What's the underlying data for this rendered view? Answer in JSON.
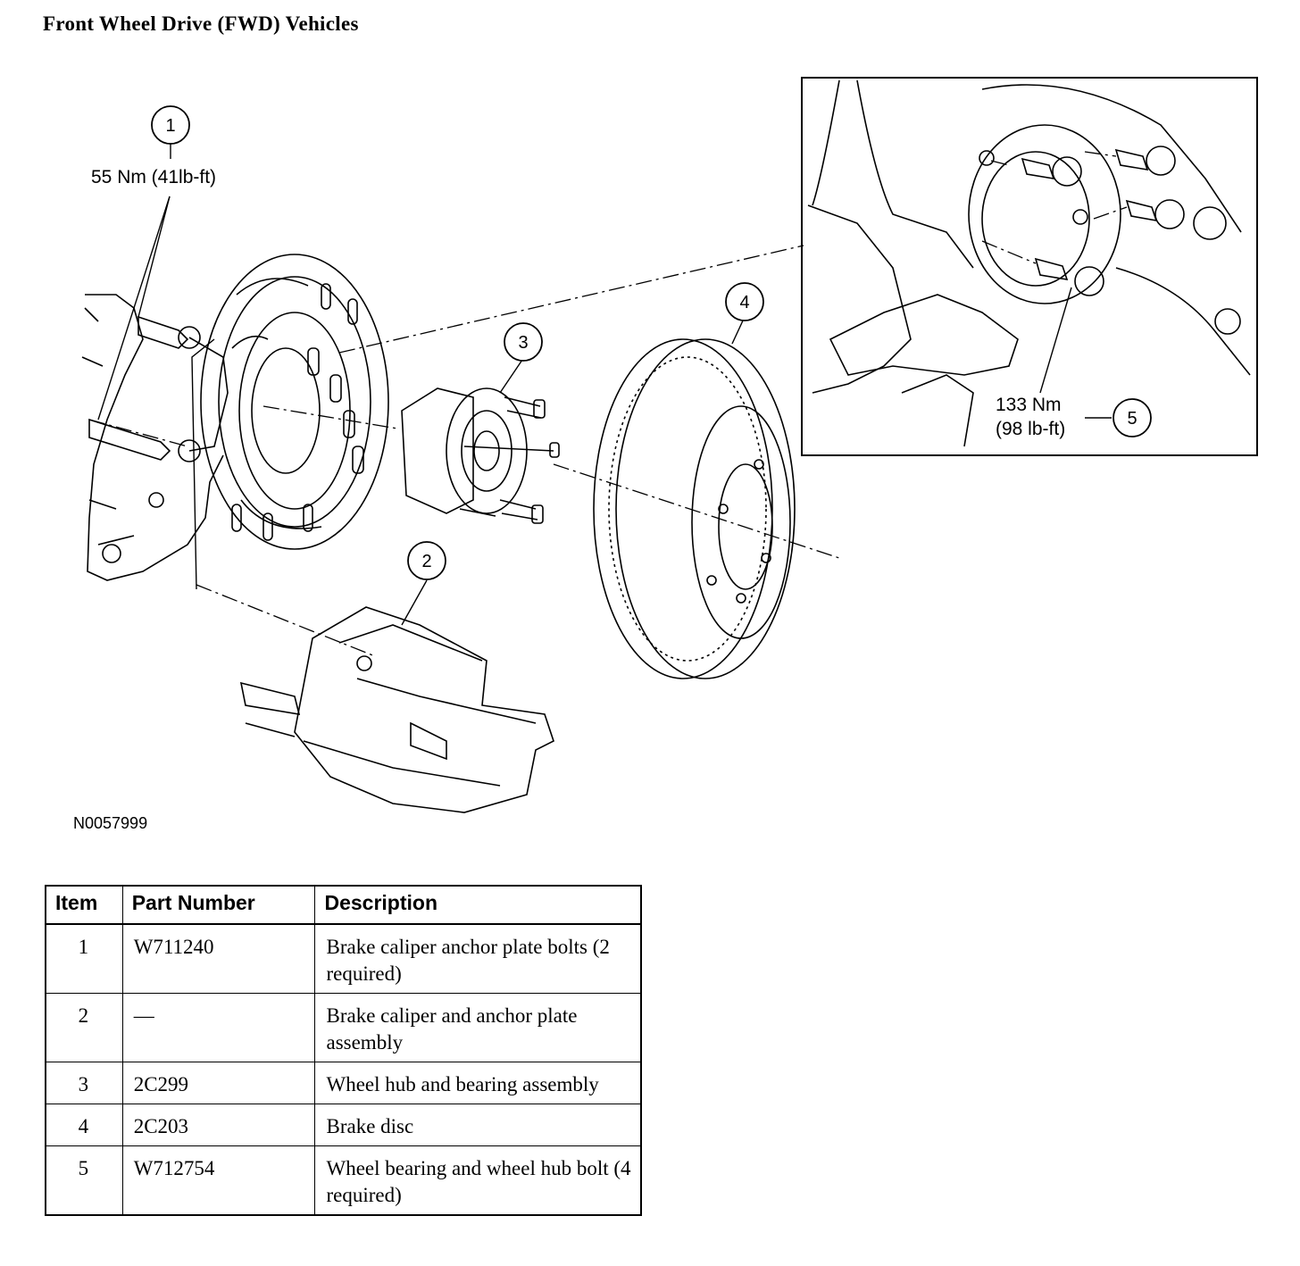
{
  "page": {
    "title": "Front Wheel Drive (FWD) Vehicles",
    "figure_id": "N0057999"
  },
  "callouts": {
    "c1": {
      "number": "1",
      "torque": "55 Nm (41lb-ft)"
    },
    "c2": {
      "number": "2"
    },
    "c3": {
      "number": "3"
    },
    "c4": {
      "number": "4"
    },
    "c5": {
      "number": "5",
      "torque_line1": "133 Nm",
      "torque_line2": "(98 lb-ft)"
    }
  },
  "table": {
    "headers": [
      "Item",
      "Part Number",
      "Description"
    ],
    "rows": [
      {
        "item": "1",
        "part_number": "W711240",
        "description": "Brake caliper anchor plate bolts (2 required)"
      },
      {
        "item": "2",
        "part_number": "—",
        "description": "Brake caliper and anchor plate assembly"
      },
      {
        "item": "3",
        "part_number": "2C299",
        "description": "Wheel hub and bearing assembly"
      },
      {
        "item": "4",
        "part_number": "2C203",
        "description": "Brake disc"
      },
      {
        "item": "5",
        "part_number": "W712754",
        "description": "Wheel bearing and wheel hub bolt (4 required)"
      }
    ]
  }
}
